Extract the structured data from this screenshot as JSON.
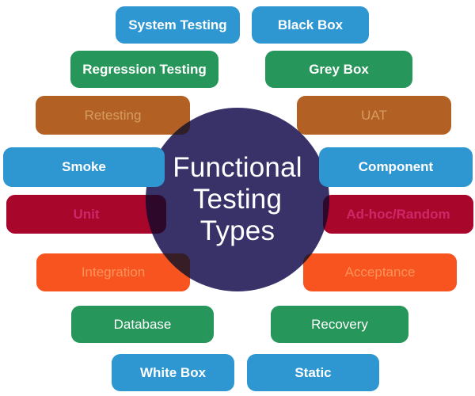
{
  "diagram": {
    "title_lines": [
      "Functional",
      "Testing",
      "Types"
    ],
    "center_color": "#383269",
    "background": "#ffffff",
    "palette": {
      "blue": "#2e96d0",
      "green": "#27965a",
      "tan": "#d59c60",
      "pink": "#cf2667",
      "orange": "#fb9259"
    },
    "nodes": [
      {
        "label": "System Testing",
        "color_name": "blue",
        "color": "#2e96d0"
      },
      {
        "label": "Black Box",
        "color_name": "blue",
        "color": "#2e96d0"
      },
      {
        "label": "Regression Testing",
        "color_name": "green",
        "color": "#27965a"
      },
      {
        "label": "Grey Box",
        "color_name": "green",
        "color": "#27965a"
      },
      {
        "label": "Retesting",
        "color_name": "tan",
        "color": "#d59c60"
      },
      {
        "label": "UAT",
        "color_name": "tan",
        "color": "#d59c60"
      },
      {
        "label": "Smoke",
        "color_name": "blue",
        "color": "#2e96d0"
      },
      {
        "label": "Component",
        "color_name": "blue",
        "color": "#2e96d0"
      },
      {
        "label": "Unit",
        "color_name": "pink",
        "color": "#cf2667"
      },
      {
        "label": "Ad-hoc/Random",
        "color_name": "pink",
        "color": "#cf2667"
      },
      {
        "label": "Integration",
        "color_name": "orange",
        "color": "#fb9259"
      },
      {
        "label": "Acceptance",
        "color_name": "orange",
        "color": "#fb9259"
      },
      {
        "label": "Database",
        "color_name": "green",
        "color": "#27965a"
      },
      {
        "label": "Recovery",
        "color_name": "green",
        "color": "#27965a"
      },
      {
        "label": "White Box",
        "color_name": "blue",
        "color": "#2e96d0"
      },
      {
        "label": "Static",
        "color_name": "blue",
        "color": "#2e96d0"
      }
    ]
  }
}
